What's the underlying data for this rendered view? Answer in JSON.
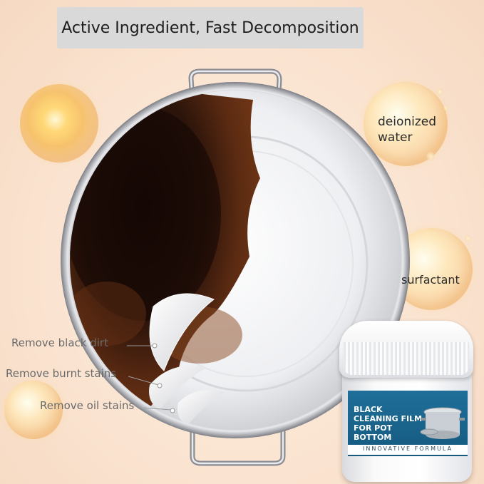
{
  "headline": "Active Ingredient, Fast Decomposition",
  "ingredients": {
    "deionized_water": "deionized\nwater",
    "surfactant": "surfactant"
  },
  "callouts": [
    "Remove black dirt",
    "Remove burnt stains",
    "Remove oil stains"
  ],
  "product": {
    "name": "BLACK CLEANING FILM FOR POT BOTTOM",
    "tagline": "INNOVATIVE FORMULA"
  },
  "colors": {
    "background": "#f8e2cf",
    "banner": "#d9d9d9",
    "jar_label": "#1f6f9a",
    "burnt": "#2a1208"
  }
}
